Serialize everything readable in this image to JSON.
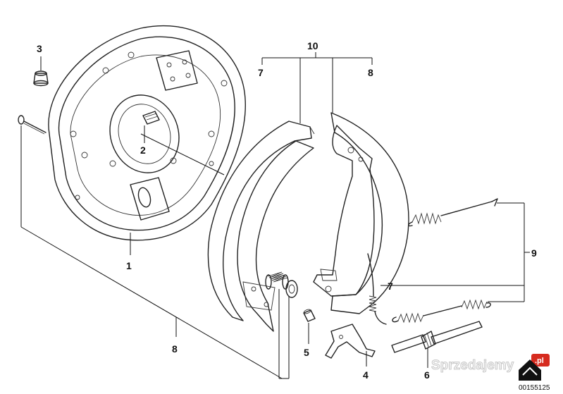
{
  "callouts": {
    "c1": "1",
    "c2": "2",
    "c3": "3",
    "c4": "4",
    "c5": "5",
    "c6": "6",
    "c7_top": "7",
    "c7_mid": "7",
    "c8_top": "8",
    "c8_bottom": "8",
    "c9": "9",
    "c10": "10"
  },
  "watermark": "Sprzedajemy",
  "watermark_badge": ".pl",
  "reference_number": "00155125",
  "colors": {
    "line": "#222222",
    "badge": "#d62b1f",
    "background": "#ffffff"
  }
}
